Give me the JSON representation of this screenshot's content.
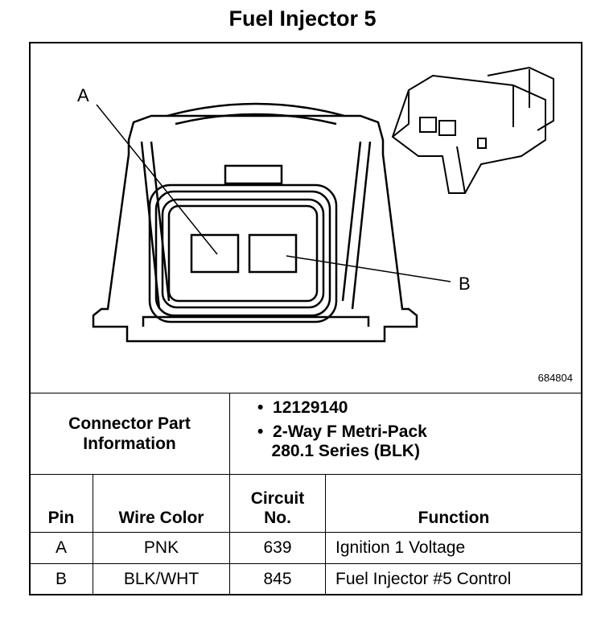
{
  "title": "Fuel Injector 5",
  "figure_id": "684804",
  "callouts": {
    "a": "A",
    "b": "B"
  },
  "connector": {
    "label_line1": "Connector Part",
    "label_line2": "Information",
    "part_number": "12129140",
    "description_line1": "2-Way F Metri-Pack",
    "description_line2": "280.1 Series (BLK)"
  },
  "table": {
    "headers": {
      "pin": "Pin",
      "wire_color": "Wire Color",
      "circuit_line1": "Circuit",
      "circuit_line2": "No.",
      "function": "Function"
    },
    "rows": [
      {
        "pin": "A",
        "wire_color": "PNK",
        "circuit": "639",
        "function": "Ignition 1 Voltage"
      },
      {
        "pin": "B",
        "wire_color": "BLK/WHT",
        "circuit": "845",
        "function": "Fuel Injector #5 Control"
      }
    ]
  }
}
